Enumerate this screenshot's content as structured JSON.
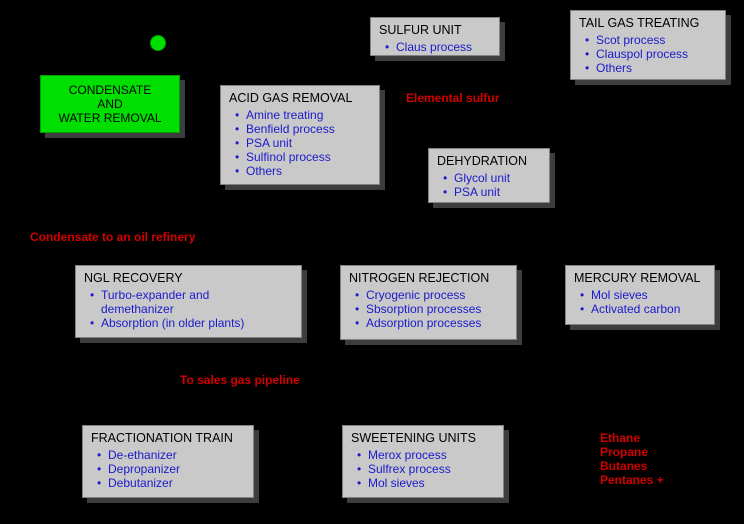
{
  "colors": {
    "background": "#000000",
    "box_fill": "#c9c9c9",
    "box_border": "#828282",
    "box_shadow": "#3d3d3d",
    "green_fill": "#00df00",
    "bullet_text": "#1a1acc",
    "red_text": "#d40000",
    "title_text": "#000000"
  },
  "nodes": {
    "condensate_removal": {
      "lines": [
        "CONDENSATE",
        "AND",
        "WATER REMOVAL"
      ]
    },
    "acid_gas_removal": {
      "title": "ACID GAS REMOVAL",
      "items": [
        "Amine treating",
        "Benfield process",
        "PSA unit",
        "Sulfinol process",
        "Others"
      ]
    },
    "sulfur_unit": {
      "title": "SULFUR UNIT",
      "items": [
        "Claus process"
      ]
    },
    "tail_gas_treating": {
      "title": "TAIL GAS TREATING",
      "items": [
        "Scot process",
        "Clauspol process",
        "Others"
      ]
    },
    "dehydration": {
      "title": "DEHYDRATION",
      "items": [
        "Glycol unit",
        "PSA unit"
      ]
    },
    "ngl_recovery": {
      "title": "NGL RECOVERY",
      "items": [
        "Turbo-expander and demethanizer",
        "Absorption (in older plants)"
      ]
    },
    "nitrogen_rejection": {
      "title": "NITROGEN REJECTION",
      "items": [
        "Cryogenic process",
        "Sbsorption processes",
        "Adsorption processes"
      ]
    },
    "mercury_removal": {
      "title": "MERCURY REMOVAL",
      "items": [
        "Mol sieves",
        "Activated carbon"
      ]
    },
    "fractionation_train": {
      "title": "FRACTIONATION TRAIN",
      "items": [
        "De-ethanizer",
        "Depropanizer",
        "Debutanizer"
      ]
    },
    "sweetening_units": {
      "title": "SWEETENING UNITS",
      "items": [
        "Merox process",
        "Sulfrex process",
        "Mol sieves"
      ]
    }
  },
  "labels": {
    "elemental_sulfur": "Elemental sulfur",
    "condensate_refinery": "Condensate to an oil refinery",
    "sales_gas": "To sales gas pipeline",
    "products": [
      "Ethane",
      "Propane",
      "Butanes",
      "Pentanes +"
    ]
  }
}
